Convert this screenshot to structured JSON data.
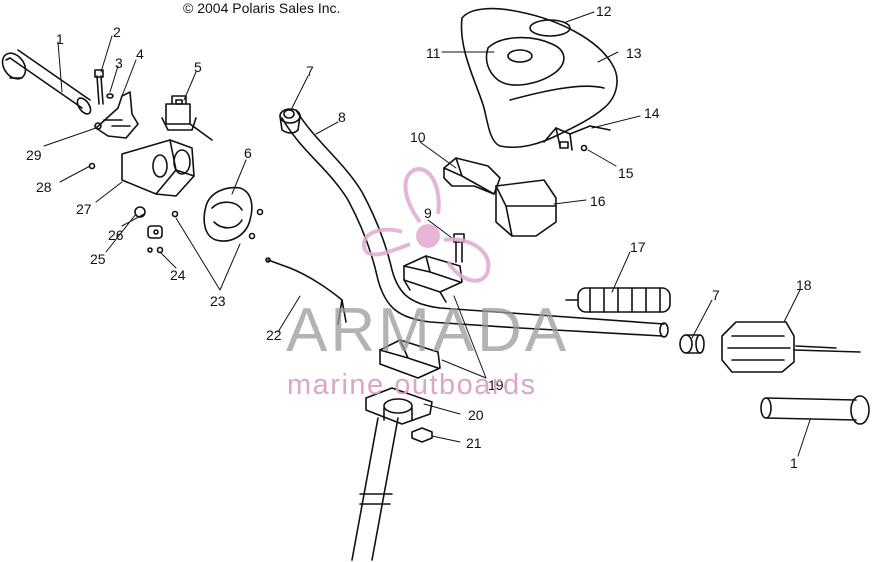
{
  "copyright": "© 2004 Polaris Sales Inc.",
  "watermark": {
    "brand": "ARMADA",
    "tagline": "marine outboards",
    "logo_color": "#e2a9cf",
    "text_color": "#9a9a9a"
  },
  "callouts": [
    {
      "label": "1"
    },
    {
      "label": "2"
    },
    {
      "label": "3"
    },
    {
      "label": "4"
    },
    {
      "label": "5"
    },
    {
      "label": "6"
    },
    {
      "label": "7"
    },
    {
      "label": "8"
    },
    {
      "label": "9"
    },
    {
      "label": "10"
    },
    {
      "label": "11"
    },
    {
      "label": "12"
    },
    {
      "label": "13"
    },
    {
      "label": "14"
    },
    {
      "label": "15"
    },
    {
      "label": "16"
    },
    {
      "label": "17"
    },
    {
      "label": "7"
    },
    {
      "label": "18"
    },
    {
      "label": "1"
    },
    {
      "label": "19"
    },
    {
      "label": "20"
    },
    {
      "label": "21"
    },
    {
      "label": "22"
    },
    {
      "label": "23"
    },
    {
      "label": "24"
    },
    {
      "label": "25"
    },
    {
      "label": "26"
    },
    {
      "label": "27"
    },
    {
      "label": "28"
    },
    {
      "label": "29"
    }
  ]
}
